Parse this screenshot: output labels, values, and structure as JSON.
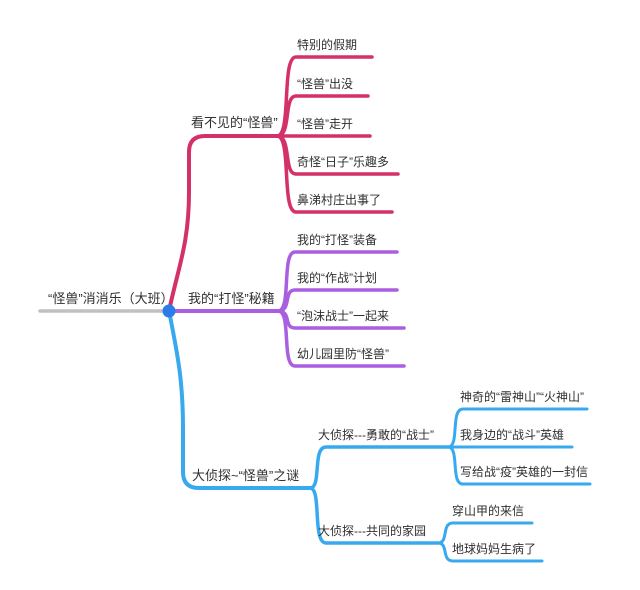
{
  "root": {
    "label": "“怪兽”消消乐（大班）"
  },
  "branches": [
    {
      "label": "看不见的“怪兽”",
      "color": "#d4306a",
      "children": [
        {
          "label": "特别的假期"
        },
        {
          "label": "“怪兽”出没"
        },
        {
          "label": "“怪兽”走开"
        },
        {
          "label": "奇怪“日子”乐趣多"
        },
        {
          "label": "鼻涕村庄出事了"
        }
      ]
    },
    {
      "label": "我的“打怪”秘籍",
      "color": "#a95fe0",
      "children": [
        {
          "label": "我的“打怪”装备"
        },
        {
          "label": "我的“作战”计划"
        },
        {
          "label": "“泡沫战士”一起来"
        },
        {
          "label": "幼儿园里防“怪兽”"
        }
      ]
    },
    {
      "label": "大侦探~“怪兽”之谜",
      "color": "#38a9ee",
      "children": [
        {
          "label": "大侦探---勇敢的“战士”",
          "children": [
            {
              "label": "神奇的“雷神山”“火神山”"
            },
            {
              "label": "我身边的“战斗”英雄"
            },
            {
              "label": "写给战“疫”英雄的一封信"
            }
          ]
        },
        {
          "label": "大侦探---共同的家园",
          "children": [
            {
              "label": "穿山甲的来信"
            },
            {
              "label": "地球妈妈生病了"
            }
          ]
        }
      ]
    }
  ],
  "colors": {
    "background": "#ffffff",
    "text": "#2f2f2f",
    "root_line": "#c0c0c0",
    "junction_dot": "#2c7ce8",
    "branch1": "#d4306a",
    "branch2": "#a95fe0",
    "branch3": "#38a9ee"
  }
}
